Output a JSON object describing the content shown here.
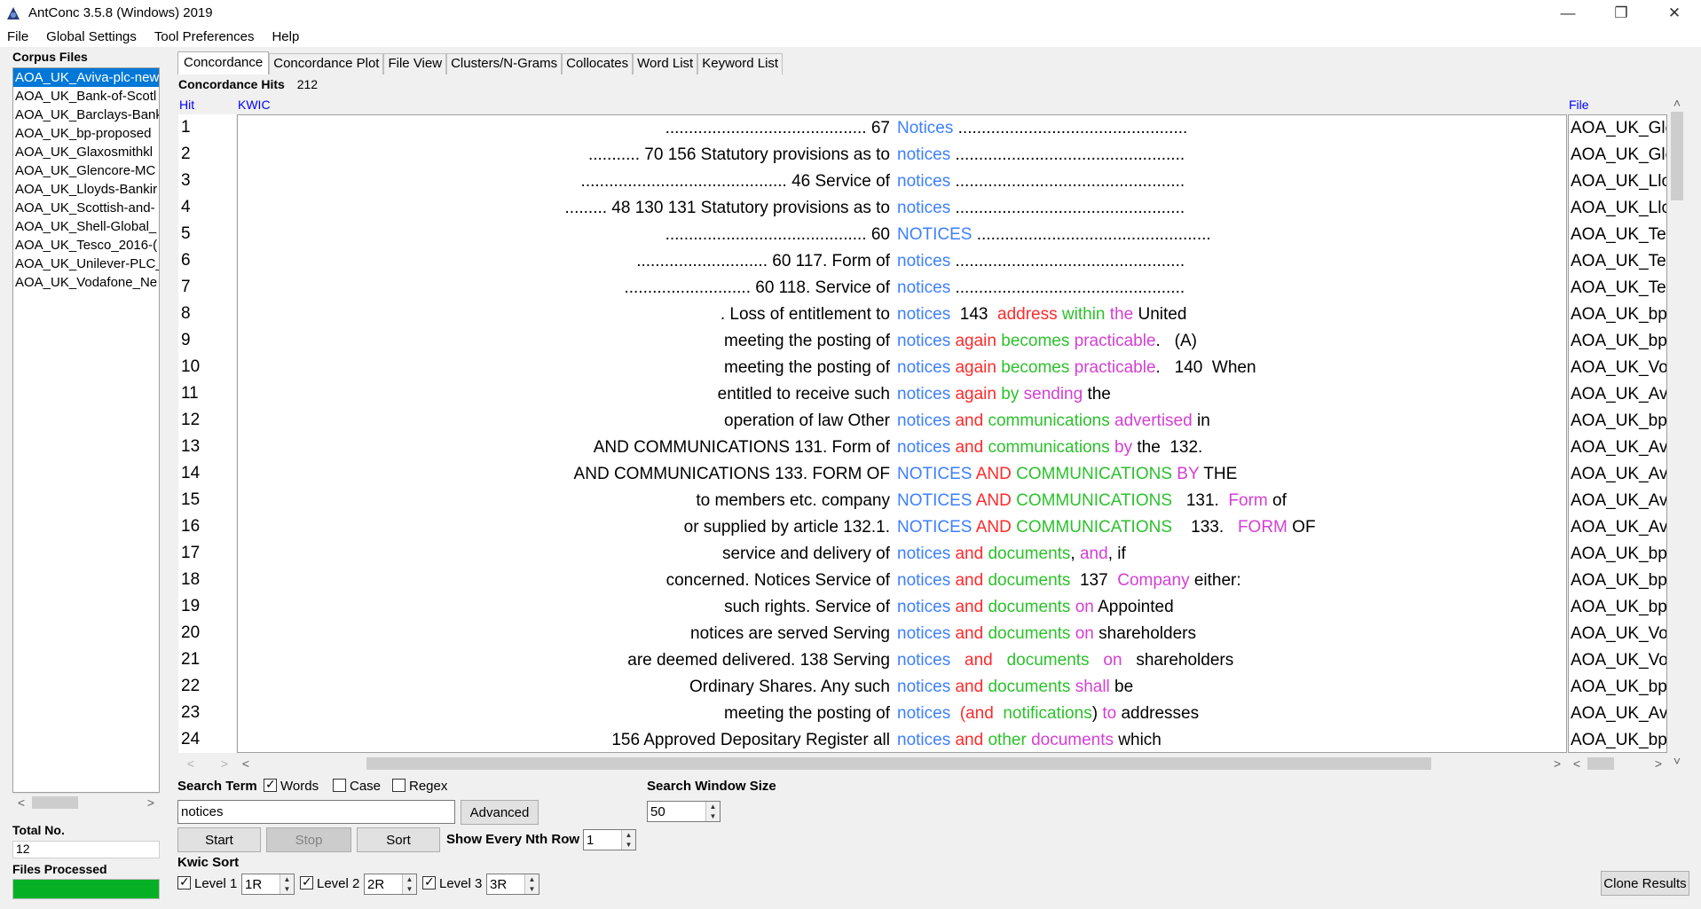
{
  "window": {
    "title": "AntConc 3.5.8 (Windows) 2019",
    "minimize": "—",
    "maximize": "❐",
    "close": "✕"
  },
  "menu": [
    "File",
    "Global Settings",
    "Tool Preferences",
    "Help"
  ],
  "left": {
    "corpus_label": "Corpus Files",
    "files": [
      "AOA_UK_Aviva-plc-new",
      "AOA_UK_Bank-of-Scotl",
      "AOA_UK_Barclays-Bank",
      "AOA_UK_bp-proposed",
      "AOA_UK_Glaxosmithkl",
      "AOA_UK_Glencore-MC",
      "AOA_UK_Lloyds-Bankir",
      "AOA_UK_Scottish-and-",
      "AOA_UK_Shell-Global_",
      "AOA_UK_Tesco_2016-(",
      "AOA_UK_Unilever-PLC_",
      "AOA_UK_Vodafone_Ne"
    ],
    "total_label": "Total No.",
    "total_value": "12",
    "processed_label": "Files Processed",
    "processed_progress": 1.0
  },
  "tabs": [
    "Concordance",
    "Concordance Plot",
    "File View",
    "Clusters/N-Grams",
    "Collocates",
    "Word List",
    "Keyword List"
  ],
  "results": {
    "hits_label": "Concordance Hits",
    "hits_value": "212",
    "col_hit": "Hit",
    "col_kwic": "KWIC",
    "col_file": "File",
    "rows": [
      {
        "hit": "1",
        "left": "........................................... 67",
        "right": [
          [
            "Notices",
            "blue"
          ],
          [
            " .................................................",
            ""
          ]
        ],
        "file": "AOA_UK_Gle"
      },
      {
        "hit": "2",
        "left": "........... 70   156   Statutory provisions as to",
        "right": [
          [
            "notices",
            "blue"
          ],
          [
            " .................................................",
            ""
          ]
        ],
        "file": "AOA_UK_Gle"
      },
      {
        "hit": "3",
        "left": "............................................ 46   Service of",
        "right": [
          [
            "notices",
            "blue"
          ],
          [
            " .................................................",
            ""
          ]
        ],
        "file": "AOA_UK_Llo"
      },
      {
        "hit": "4",
        "left": "......... 48   130   131   Statutory provisions as to",
        "right": [
          [
            "notices",
            "blue"
          ],
          [
            " .................................................",
            ""
          ]
        ],
        "file": "AOA_UK_Llo"
      },
      {
        "hit": "5",
        "left": "........................................... 60",
        "right": [
          [
            "NOTICES",
            "blue"
          ],
          [
            " ..................................................",
            ""
          ]
        ],
        "file": "AOA_UK_Tes"
      },
      {
        "hit": "6",
        "left": "............................ 60   117.   Form of",
        "right": [
          [
            "notices",
            "blue"
          ],
          [
            " .................................................",
            ""
          ]
        ],
        "file": "AOA_UK_Tes"
      },
      {
        "hit": "7",
        "left": "........................... 60   118.   Service of",
        "right": [
          [
            "notices",
            "blue"
          ],
          [
            " .................................................",
            ""
          ]
        ],
        "file": "AOA_UK_Tes"
      },
      {
        "hit": "8",
        "left": ".    Loss of entitlement to",
        "right": [
          [
            "notices",
            "blue"
          ],
          [
            "  143  ",
            ""
          ],
          [
            "address",
            "red"
          ],
          [
            " ",
            ""
          ],
          [
            "within",
            "green"
          ],
          [
            " ",
            ""
          ],
          [
            "the",
            "mag"
          ],
          [
            " United",
            ""
          ]
        ],
        "file": "AOA_UK_bp-"
      },
      {
        "hit": "9",
        "left": "meeting  the  posting of",
        "right": [
          [
            "notices",
            "blue"
          ],
          [
            " ",
            ""
          ],
          [
            "again",
            "red"
          ],
          [
            " ",
            ""
          ],
          [
            "becomes",
            "green"
          ],
          [
            " ",
            ""
          ],
          [
            "practicable",
            "mag"
          ],
          [
            ".   (A)",
            ""
          ]
        ],
        "file": "AOA_UK_bp-"
      },
      {
        "hit": "10",
        "left": "meeting  the  posting of",
        "right": [
          [
            "notices",
            "blue"
          ],
          [
            " ",
            ""
          ],
          [
            "again",
            "red"
          ],
          [
            " ",
            ""
          ],
          [
            "becomes",
            "green"
          ],
          [
            " ",
            ""
          ],
          [
            "practicable",
            "mag"
          ],
          [
            ".   140  When",
            ""
          ]
        ],
        "file": "AOA_UK_Vo"
      },
      {
        "hit": "11",
        "left": "entitled to receive such",
        "right": [
          [
            "notices",
            "blue"
          ],
          [
            " ",
            ""
          ],
          [
            "again",
            "red"
          ],
          [
            " ",
            ""
          ],
          [
            "by",
            "green"
          ],
          [
            " ",
            ""
          ],
          [
            "sending",
            "mag"
          ],
          [
            " the",
            ""
          ]
        ],
        "file": "AOA_UK_Avi"
      },
      {
        "hit": "12",
        "left": "operation of law     Other",
        "right": [
          [
            "notices",
            "blue"
          ],
          [
            " ",
            ""
          ],
          [
            "and",
            "red"
          ],
          [
            " ",
            ""
          ],
          [
            "communications",
            "green"
          ],
          [
            " ",
            ""
          ],
          [
            "advertised",
            "mag"
          ],
          [
            " in",
            ""
          ]
        ],
        "file": "AOA_UK_bp-"
      },
      {
        "hit": "13",
        "left": "AND COMMUNICATIONS  131.  Form of",
        "right": [
          [
            "notices",
            "blue"
          ],
          [
            " ",
            ""
          ],
          [
            "and",
            "red"
          ],
          [
            " ",
            ""
          ],
          [
            "communications",
            "green"
          ],
          [
            " ",
            ""
          ],
          [
            "by",
            "mag"
          ],
          [
            " the  132.",
            ""
          ]
        ],
        "file": "AOA_UK_Avi"
      },
      {
        "hit": "14",
        "left": "AND COMMUNICATIONS   133.   FORM OF",
        "right": [
          [
            "NOTICES",
            "blue"
          ],
          [
            " ",
            ""
          ],
          [
            "AND",
            "red"
          ],
          [
            " ",
            ""
          ],
          [
            "COMMUNICATIONS",
            "green"
          ],
          [
            " ",
            ""
          ],
          [
            "BY",
            "mag"
          ],
          [
            " THE",
            ""
          ]
        ],
        "file": "AOA_UK_Avi"
      },
      {
        "hit": "15",
        "left": "to members etc.   company ",
        "right": [
          [
            "NOTICES",
            "blue"
          ],
          [
            " ",
            ""
          ],
          [
            "AND",
            "red"
          ],
          [
            " ",
            ""
          ],
          [
            "COMMUNICATIONS",
            "green"
          ],
          [
            "   131.  ",
            ""
          ],
          [
            "Form",
            "mag"
          ],
          [
            " of",
            ""
          ]
        ],
        "file": "AOA_UK_Avi"
      },
      {
        "hit": "16",
        "left": "or supplied by article 132.1. ",
        "right": [
          [
            "NOTICES",
            "blue"
          ],
          [
            " ",
            ""
          ],
          [
            "AND",
            "red"
          ],
          [
            " ",
            ""
          ],
          [
            "COMMUNICATIONS",
            "green"
          ],
          [
            "    133.   ",
            ""
          ],
          [
            "FORM",
            "mag"
          ],
          [
            " OF",
            ""
          ]
        ],
        "file": "AOA_UK_Avi"
      },
      {
        "hit": "17",
        "left": "service and delivery of",
        "right": [
          [
            "notices",
            "blue"
          ],
          [
            " ",
            ""
          ],
          [
            "and",
            "red"
          ],
          [
            " ",
            ""
          ],
          [
            "documents",
            "green"
          ],
          [
            ", ",
            ""
          ],
          [
            "and",
            "mag"
          ],
          [
            ", if",
            ""
          ]
        ],
        "file": "AOA_UK_bp-"
      },
      {
        "hit": "18",
        "left": "concerned.    Notices    Service of",
        "right": [
          [
            "notices",
            "blue"
          ],
          [
            " ",
            ""
          ],
          [
            "and",
            "red"
          ],
          [
            " ",
            ""
          ],
          [
            "documents",
            "green"
          ],
          [
            "  137  ",
            ""
          ],
          [
            "Company",
            "mag"
          ],
          [
            " either:",
            ""
          ]
        ],
        "file": "AOA_UK_bp-"
      },
      {
        "hit": "19",
        "left": "such rights.    Service of",
        "right": [
          [
            "notices",
            "blue"
          ],
          [
            " ",
            ""
          ],
          [
            "and",
            "red"
          ],
          [
            " ",
            ""
          ],
          [
            "documents",
            "green"
          ],
          [
            " ",
            ""
          ],
          [
            "on",
            "mag"
          ],
          [
            " Appointed",
            ""
          ]
        ],
        "file": "AOA_UK_bp-"
      },
      {
        "hit": "20",
        "left": "notices are served  Serving",
        "right": [
          [
            "notices",
            "blue"
          ],
          [
            " ",
            ""
          ],
          [
            "and",
            "red"
          ],
          [
            " ",
            ""
          ],
          [
            "documents",
            "green"
          ],
          [
            " ",
            ""
          ],
          [
            "on",
            "mag"
          ],
          [
            " shareholders",
            ""
          ]
        ],
        "file": "AOA_UK_Vo"
      },
      {
        "hit": "21",
        "left": "are  deemed delivered.   138  Serving",
        "right": [
          [
            "notices",
            "blue"
          ],
          [
            "   ",
            ""
          ],
          [
            "and",
            "red"
          ],
          [
            "   ",
            ""
          ],
          [
            "documents",
            "green"
          ],
          [
            "   ",
            ""
          ],
          [
            "on",
            "mag"
          ],
          [
            "   shareholders",
            ""
          ]
        ],
        "file": "AOA_UK_Vo"
      },
      {
        "hit": "22",
        "left": "Ordinary Shares. Any such ",
        "right": [
          [
            "notices",
            "blue"
          ],
          [
            " ",
            ""
          ],
          [
            "and",
            "red"
          ],
          [
            " ",
            ""
          ],
          [
            "documents",
            "green"
          ],
          [
            " ",
            ""
          ],
          [
            "shall",
            "mag"
          ],
          [
            " be",
            ""
          ]
        ],
        "file": "AOA_UK_bp-"
      },
      {
        "hit": "23",
        "left": "meeting  the  posting  of ",
        "right": [
          [
            "notices",
            "blue"
          ],
          [
            "  ",
            ""
          ],
          [
            "(and",
            "red"
          ],
          [
            "  ",
            ""
          ],
          [
            "notifications",
            "green"
          ],
          [
            ") ",
            ""
          ],
          [
            "to",
            "mag"
          ],
          [
            " addresses",
            ""
          ]
        ],
        "file": "AOA_UK_Avi"
      },
      {
        "hit": "24",
        "left": "156  Approved Depositary Register all",
        "right": [
          [
            "notices",
            "blue"
          ],
          [
            " ",
            ""
          ],
          [
            "and",
            "red"
          ],
          [
            " ",
            ""
          ],
          [
            "other",
            "green"
          ],
          [
            " ",
            ""
          ],
          [
            "documents",
            "mag"
          ],
          [
            " which",
            ""
          ]
        ],
        "file": "AOA_UK_bp-"
      }
    ]
  },
  "search": {
    "term_label": "Search Term",
    "words_label": "Words",
    "words_checked": true,
    "case_label": "Case",
    "case_checked": false,
    "regex_label": "Regex",
    "regex_checked": false,
    "query": "notices",
    "advanced_label": "Advanced",
    "window_label": "Search Window Size",
    "window_value": "50",
    "start_label": "Start",
    "stop_label": "Stop",
    "sort_label": "Sort",
    "nth_label": "Show Every Nth Row",
    "nth_value": "1",
    "kwic_sort_label": "Kwic Sort",
    "levels": [
      {
        "label": "Level 1",
        "value": "1R",
        "checked": true
      },
      {
        "label": "Level 2",
        "value": "2R",
        "checked": true
      },
      {
        "label": "Level 3",
        "value": "3R",
        "checked": true
      }
    ],
    "clone_label": "Clone Results"
  },
  "colors": {
    "selection": "#0078d7",
    "progress": "#06b025",
    "header_link": "#0000ff",
    "kwic_blue": "#3d7fff",
    "kwic_red": "#ff2a2a",
    "kwic_green": "#2cc12c",
    "kwic_magenta": "#d43fd4"
  }
}
